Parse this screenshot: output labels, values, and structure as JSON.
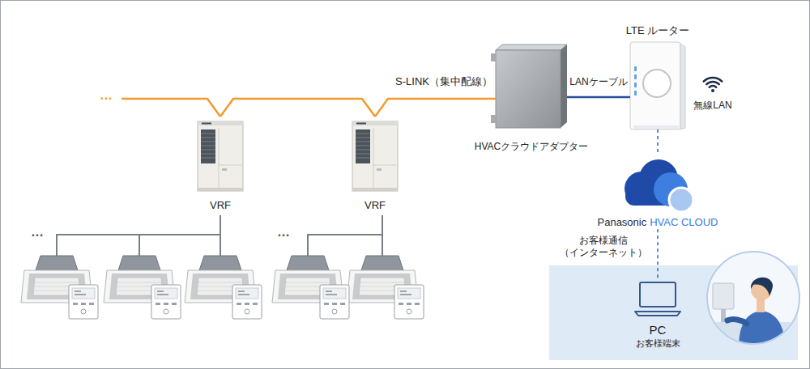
{
  "diagram": {
    "nodes": [
      {
        "text": [
          "VRF"
        ]
      },
      {
        "text": [
          "VRF"
        ]
      },
      {
        "text": [
          "HVACクラウドアダプター"
        ]
      },
      {
        "text": [
          "LTE ルーター"
        ]
      },
      {
        "text": [
          "Panasonic",
          "HVAC CLOUD"
        ]
      },
      {
        "text": [
          "PC",
          "お客様端末"
        ]
      }
    ],
    "edges": [
      {
        "from": 0,
        "to": 1,
        "arrow": "none"
      },
      {
        "from": 1,
        "to": 2,
        "label": "S-LINK（集中配線）",
        "arrow": "none"
      },
      {
        "from": 2,
        "to": 3,
        "label": "LANケーブル",
        "arrow": "none"
      },
      {
        "from": 3,
        "to": 4,
        "arrow": "none"
      },
      {
        "from": 4,
        "to": 5,
        "label": "お客様通信 （インターネット）",
        "arrow": "none"
      }
    ],
    "labels": [
      "…",
      "…",
      "…",
      "無線LAN"
    ]
  }
}
